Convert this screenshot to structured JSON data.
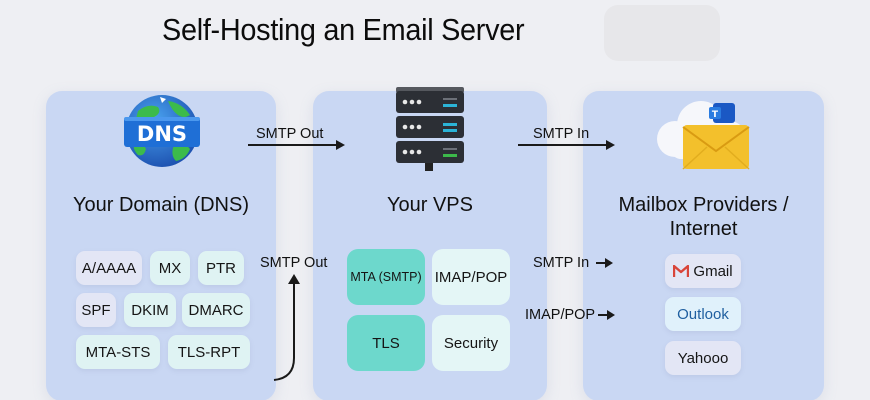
{
  "title": "Self-Hosting an Email Server",
  "panels": {
    "dns": {
      "title": "Your Domain (DNS)",
      "icon": "dns-globe-icon",
      "icon_text": "DNS",
      "records": [
        "A/AAAA",
        "MX",
        "PTR",
        "SPF",
        "DKIM",
        "DMARC",
        "MTA-STS",
        "TLS-RPT"
      ]
    },
    "vps": {
      "title": "Your VPS",
      "icon": "server-rack-icon",
      "components": [
        "MTA (SMTP)",
        "IMAP/POP",
        "TLS",
        "Security"
      ]
    },
    "mail": {
      "title_line1": "Mailbox Providers /",
      "title_line2": "Internet",
      "icon": "cloud-mail-icon",
      "providers": [
        "Gmail",
        "Outlook",
        "Yahooo"
      ]
    }
  },
  "flows": {
    "dns_to_vps_top": "SMTP Out",
    "vps_to_mail_top": "SMTP In",
    "dns_up": "SMTP Out",
    "vps_to_mail_smtp": "SMTP In",
    "vps_to_mail_imap": "IMAP/POP"
  },
  "colors": {
    "panel": "#c9d7f3",
    "teal": "#6dd8cc",
    "pale_teal": "#e4f6f6",
    "gmail_red": "#d9453a",
    "outlook_blue": "#1f5fa0"
  }
}
